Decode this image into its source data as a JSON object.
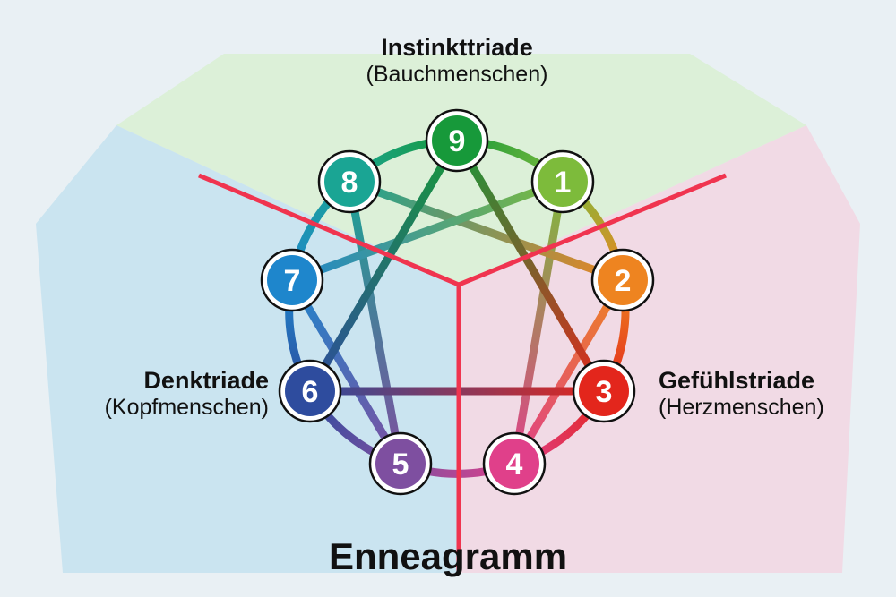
{
  "title": "Enneagramm",
  "triads": {
    "top": {
      "name": "Instinkttriade",
      "sub": "(Bauchmenschen)",
      "color": "#d7f0cf"
    },
    "left": {
      "name": "Denktriade",
      "sub": "(Kopfmenschen)",
      "color": "#bfe0ef"
    },
    "right": {
      "name": "Gefühlstriade",
      "sub": "(Herzmenschen)",
      "color": "#f3d3e0"
    }
  },
  "divider_color": "#f0344f",
  "nodes": [
    {
      "label": "9",
      "color": "#17993a"
    },
    {
      "label": "1",
      "color": "#7dbb3b"
    },
    {
      "label": "2",
      "color": "#ee8420"
    },
    {
      "label": "3",
      "color": "#e3261c"
    },
    {
      "label": "4",
      "color": "#e0408a"
    },
    {
      "label": "5",
      "color": "#7e4fa0"
    },
    {
      "label": "6",
      "color": "#2e4c9e"
    },
    {
      "label": "7",
      "color": "#1e86cc"
    },
    {
      "label": "8",
      "color": "#1aa594"
    }
  ],
  "connections": [
    [
      "1",
      "4"
    ],
    [
      "4",
      "2"
    ],
    [
      "2",
      "8"
    ],
    [
      "8",
      "5"
    ],
    [
      "5",
      "7"
    ],
    [
      "7",
      "1"
    ],
    [
      "9",
      "3"
    ],
    [
      "3",
      "6"
    ],
    [
      "6",
      "9"
    ]
  ]
}
